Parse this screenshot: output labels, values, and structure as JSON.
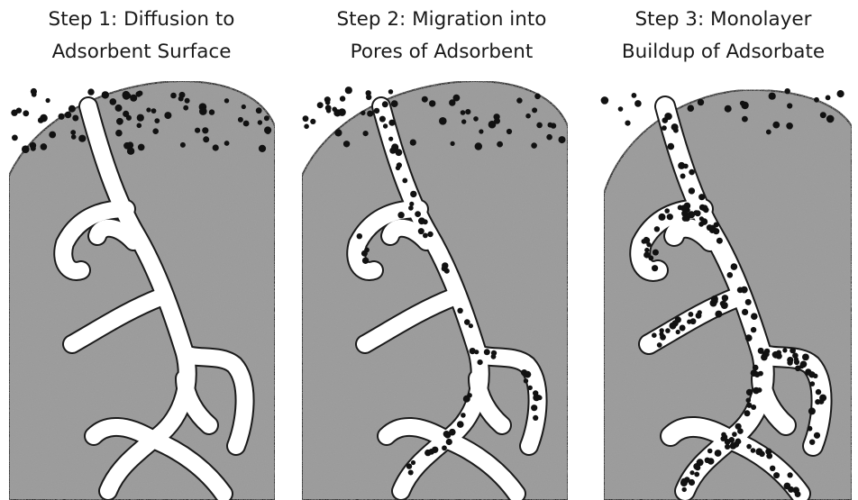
{
  "steps": [
    {
      "line1": "Step 1: Diffusion to",
      "line2": "Adsorbent Surface"
    },
    {
      "line1": "Step 2: Migration into",
      "line2": "Pores of Adsorbent"
    },
    {
      "line1": "Step 3: Monolayer",
      "line2": "Buildup of Adsorbate"
    }
  ],
  "colors": {
    "adsorbent": "#9b9b9b",
    "pore": "#ffffff",
    "particle": "#111111",
    "outline": "#1a1a1a"
  }
}
